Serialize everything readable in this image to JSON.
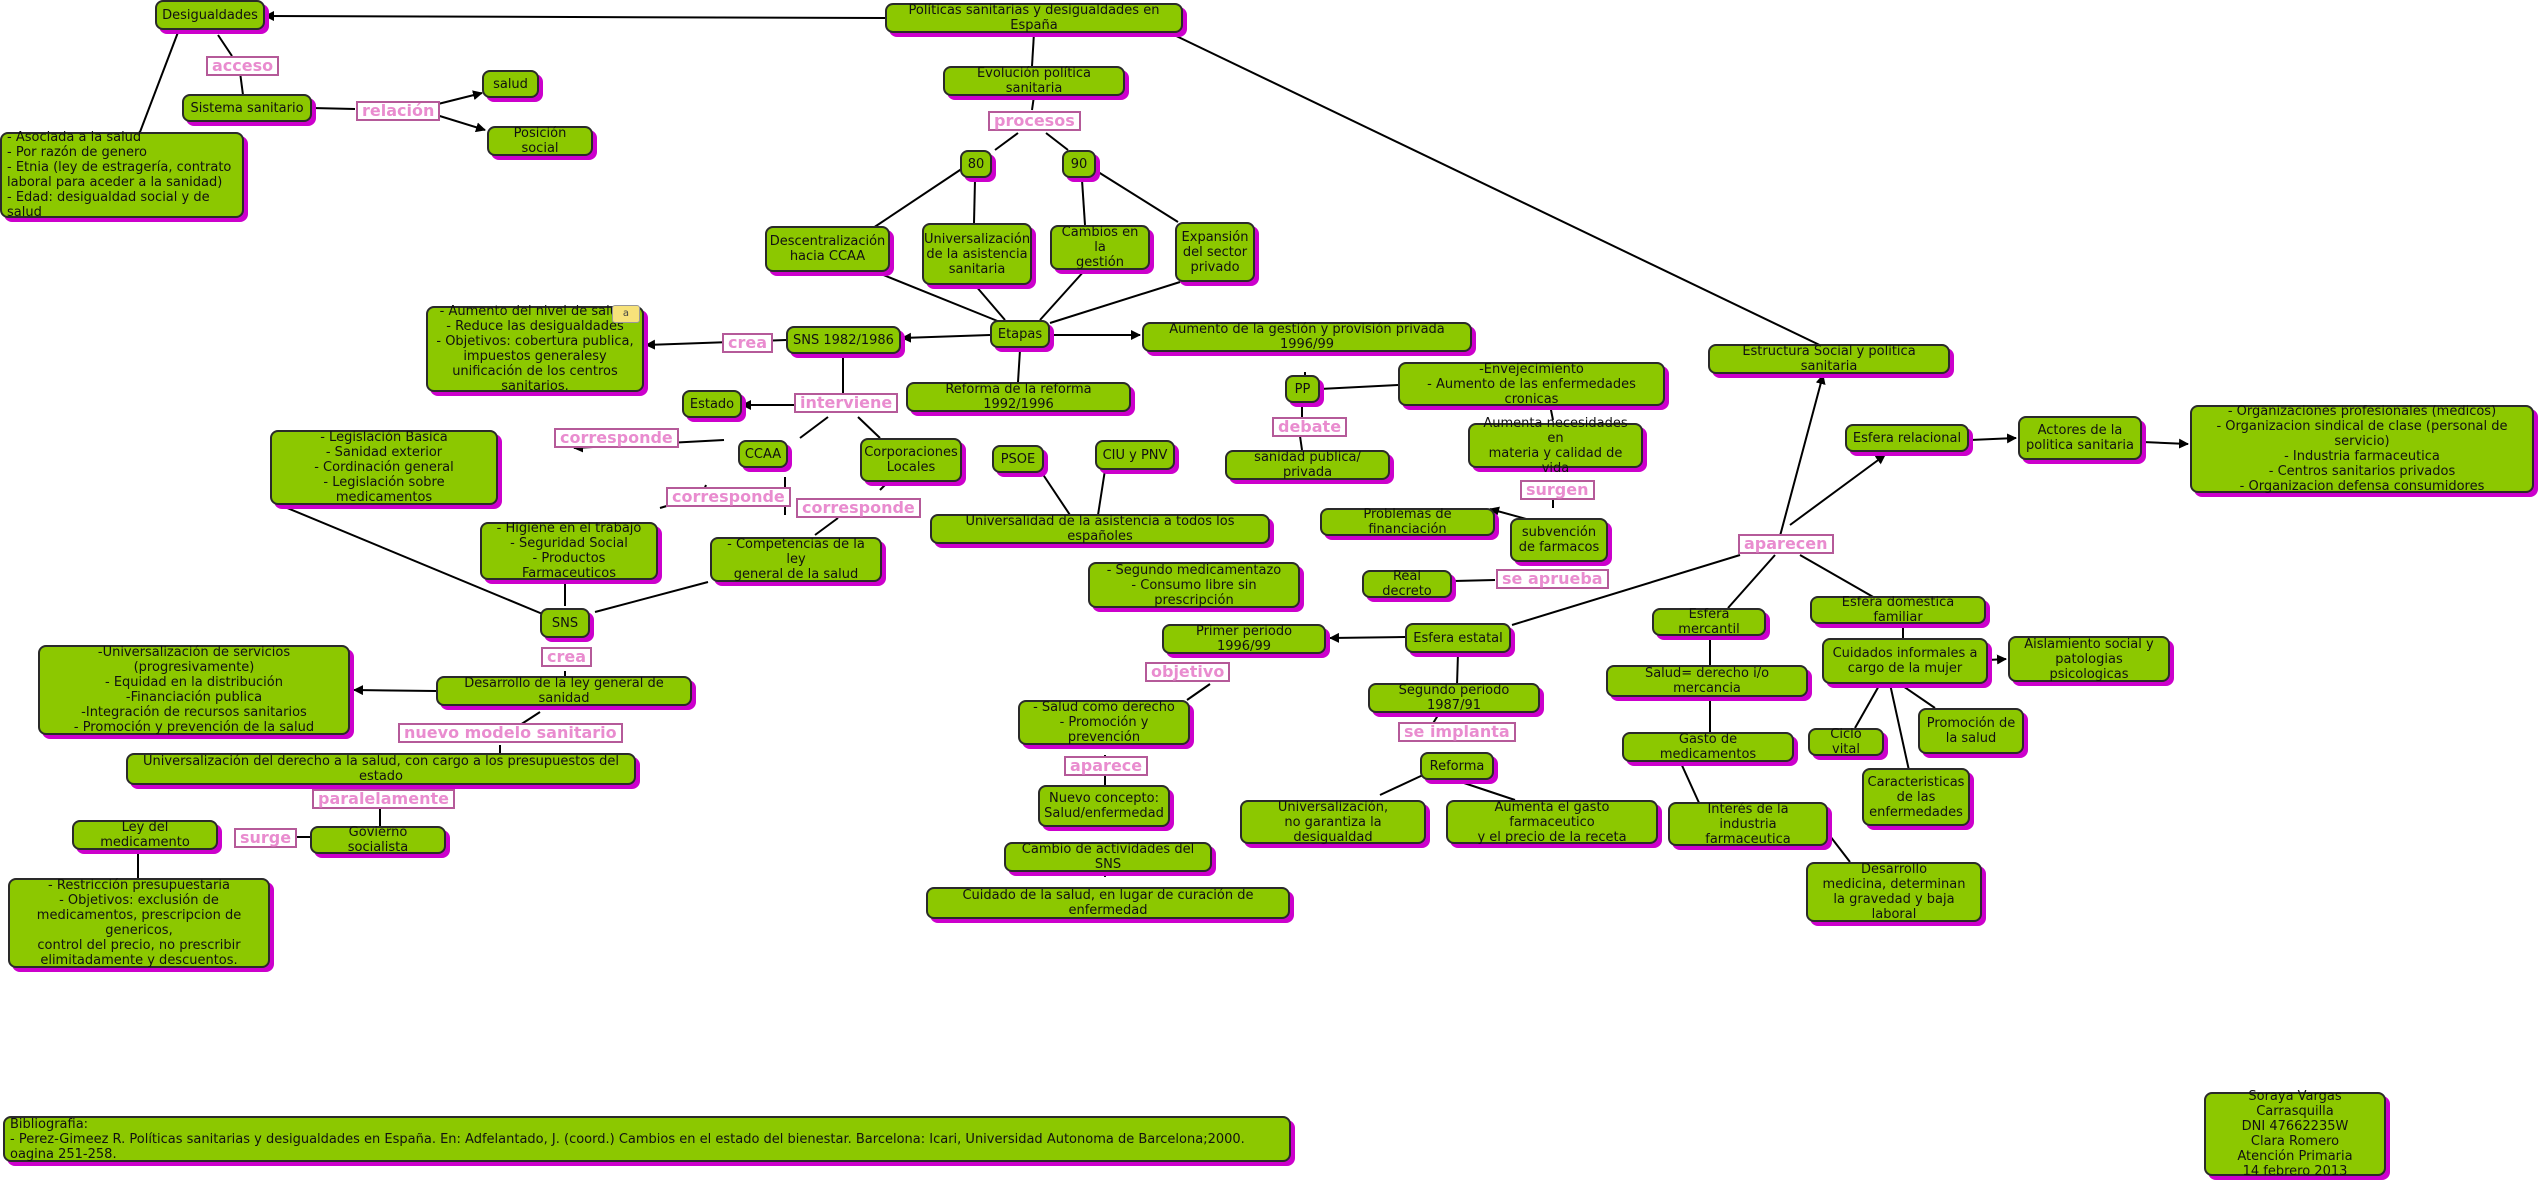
{
  "nodes": {
    "main": "Políticas sanitarias y desigualdades en España",
    "desigualdades": "Desigualdades",
    "sistema_sanitario": "Sistema sanitario",
    "salud": "salud",
    "posicion_social": "Posición social",
    "desig_list": "- Asociada a la salud\n- Por razón de genero\n- Etnia (ley de estragería, contrato laboral para aceder a la sanidad)\n- Edad: desigualdad social y de salud",
    "evolucion": "Evolución política sanitaria",
    "n80": "80",
    "n90": "90",
    "descentralizacion": "Descentralización\nhacia CCAA",
    "universalizacion_asistencia": "Universalización\nde la asistencia\nsanitaria",
    "cambios_gestion": "Cambios en la\ngestión",
    "expansion": "Expansión\ndel sector\nprivado",
    "etapas": "Etapas",
    "sns_1982": "SNS 1982/1986",
    "aumento_nivel": "- Aumento del nivel de salud.\n- Reduce las desigualdades\n- Objetivos: cobertura publica, impuestos generalesy unificación de los centros sanitarios.",
    "aumento_gestion": "Aumento de la gestión y provisión privada 1996/99",
    "reforma_reforma": "Reforma de la reforma 1992/1996",
    "estado": "Estado",
    "legislacion": "- Legislación Basica\n- Sanidad exterior\n- Cordinación general\n- Legislación sobre medicamentos",
    "ccaa": "CCAA",
    "corporaciones": "Corporaciones\nLocales",
    "higiene": "- Higiene en el trabajo\n- Seguridad Social\n- Productos Farmaceuticos",
    "competencias": "- Competencias de la ley\ngeneral de la salud",
    "psoe": "PSOE",
    "ciu_pnv": "CIU y PNV",
    "universalidad": "Universalidad de la asistencia a todos los españoles",
    "pp": "PP",
    "envejecimiento": "-Envejecimiento\n- Aumento de las enfermedades cronicas",
    "sanidad_publica": "sanidad publica/ privada",
    "aumenta_necesidades": "Aumenta necesidades en\nmateria y calidad de vida",
    "problemas_financiacion": "Problemas de financiación",
    "subvencion": "subvención\nde farmacos",
    "segundo_medicamentazo": "- Segundo medicamentazo\n- Consumo libre sin prescripción",
    "real_decreto": "Real decreto",
    "sns": "SNS",
    "universalizacion_servicios": "-Universalización de servicios (progresivamente)\n- Equidad en la distribución\n-Financiación publica\n-Integración de recursos sanitarios\n- Promoción y prevención de la salud",
    "desarrollo_ley": "Desarrollo de la ley general de sanidad",
    "universalizacion_derecho": "Universalización del derecho a la salud, con cargo a los presupuestos del estado",
    "ley_medicamento": "Ley del medicamento",
    "gobierno_socialista": "Govierno socialista",
    "restriccion": "- Restricción presupuestaria\n- Objetivos: exclusión de medicamentos, prescripcion de genericos,\ncontrol del precio, no prescribir elimitadamente y descuentos.",
    "primer_periodo": "Primer periodo 1996/99",
    "esfera_estatal": "Esfera estatal",
    "salud_derecho": "- Salud como derecho\n- Promoción y prevención",
    "segundo_periodo": "Segundo periodo 1987/91",
    "nuevo_concepto": "Nuevo concepto:\nSalud/enfermedad",
    "reforma": "Reforma",
    "cambio_actividades": "Cambio de actividades del SNS",
    "cuidado_salud": "Cuidado de la salud, en lugar de curación de enfermedad",
    "universalizacion_no_garantiza": "Universalización,\nno garantiza la desigualdad",
    "aumenta_gasto": "Aumenta el gasto farmaceutico\ny el precio de la receta",
    "estructura_social": "Estructura Social y politica sanitaria",
    "esfera_relacional": "Esfera relacional",
    "actores": "Actores de la\npolitica sanitaria",
    "organizaciones": "- Organizaciones profesionales (medicos)\n- Organizacion sindical de clase (personal de servicio)\n- Industria farmaceutica\n- Centros sanitarios privados\n- Organizacion defensa consumidores",
    "esfera_mercantil": "Esfera mercantil",
    "esfera_domestica": "Esfera domestica familiar",
    "salud_derecho_mercancia": "Salud= derecho i/o mercancia",
    "cuidados_informales": "Cuidados informales a\ncargo de la mujer",
    "aislamiento": "Aislamiento social y\npatologias psicologicas",
    "gasto_medicamentos": "Gasto de medicamentos",
    "ciclo_vital": "Ciclo vital",
    "promocion_salud": "Promoción de\nla salud",
    "interes_industria": "Interés de la\nindustria farmaceutica",
    "caracteristicas": "Caracteristicas\nde las\nenfermedades",
    "desarrollo_medicina": "Desarrollo\nmedicina, determinan\nla gravedad y baja laboral",
    "bibliografia": "Bibliografia:\n- Perez-Gimeez R. Políticas sanitarias y desigualdades en España. En: Adfelantado, J. (coord.) Cambios en el estado del bienestar. Barcelona: Icari, Universidad Autonoma de Barcelona;2000. oagina 251-258.",
    "autor": "Soraya Vargas Carrasquilla\nDNI 47662235W\nClara Romero\nAtención Primaria\n14 febrero 2013"
  },
  "labels": {
    "acceso": "acceso",
    "relacion": "relación",
    "procesos": "procesos",
    "crea1": "crea",
    "interviene": "interviene",
    "corresponde1": "corresponde",
    "corresponde2": "corresponde",
    "corresponde3": "corresponde",
    "debate": "debate",
    "surgen": "surgen",
    "se_aprueba": "se aprueba",
    "crea2": "crea",
    "nuevo_modelo": "nuevo modelo sanitario",
    "paralelamente": "paralelamente",
    "surge": "surge",
    "objetivo": "objetivo",
    "se_implanta": "se implanta",
    "aparece": "aparece",
    "aparecen": "aparecen"
  },
  "clip_text": "a"
}
